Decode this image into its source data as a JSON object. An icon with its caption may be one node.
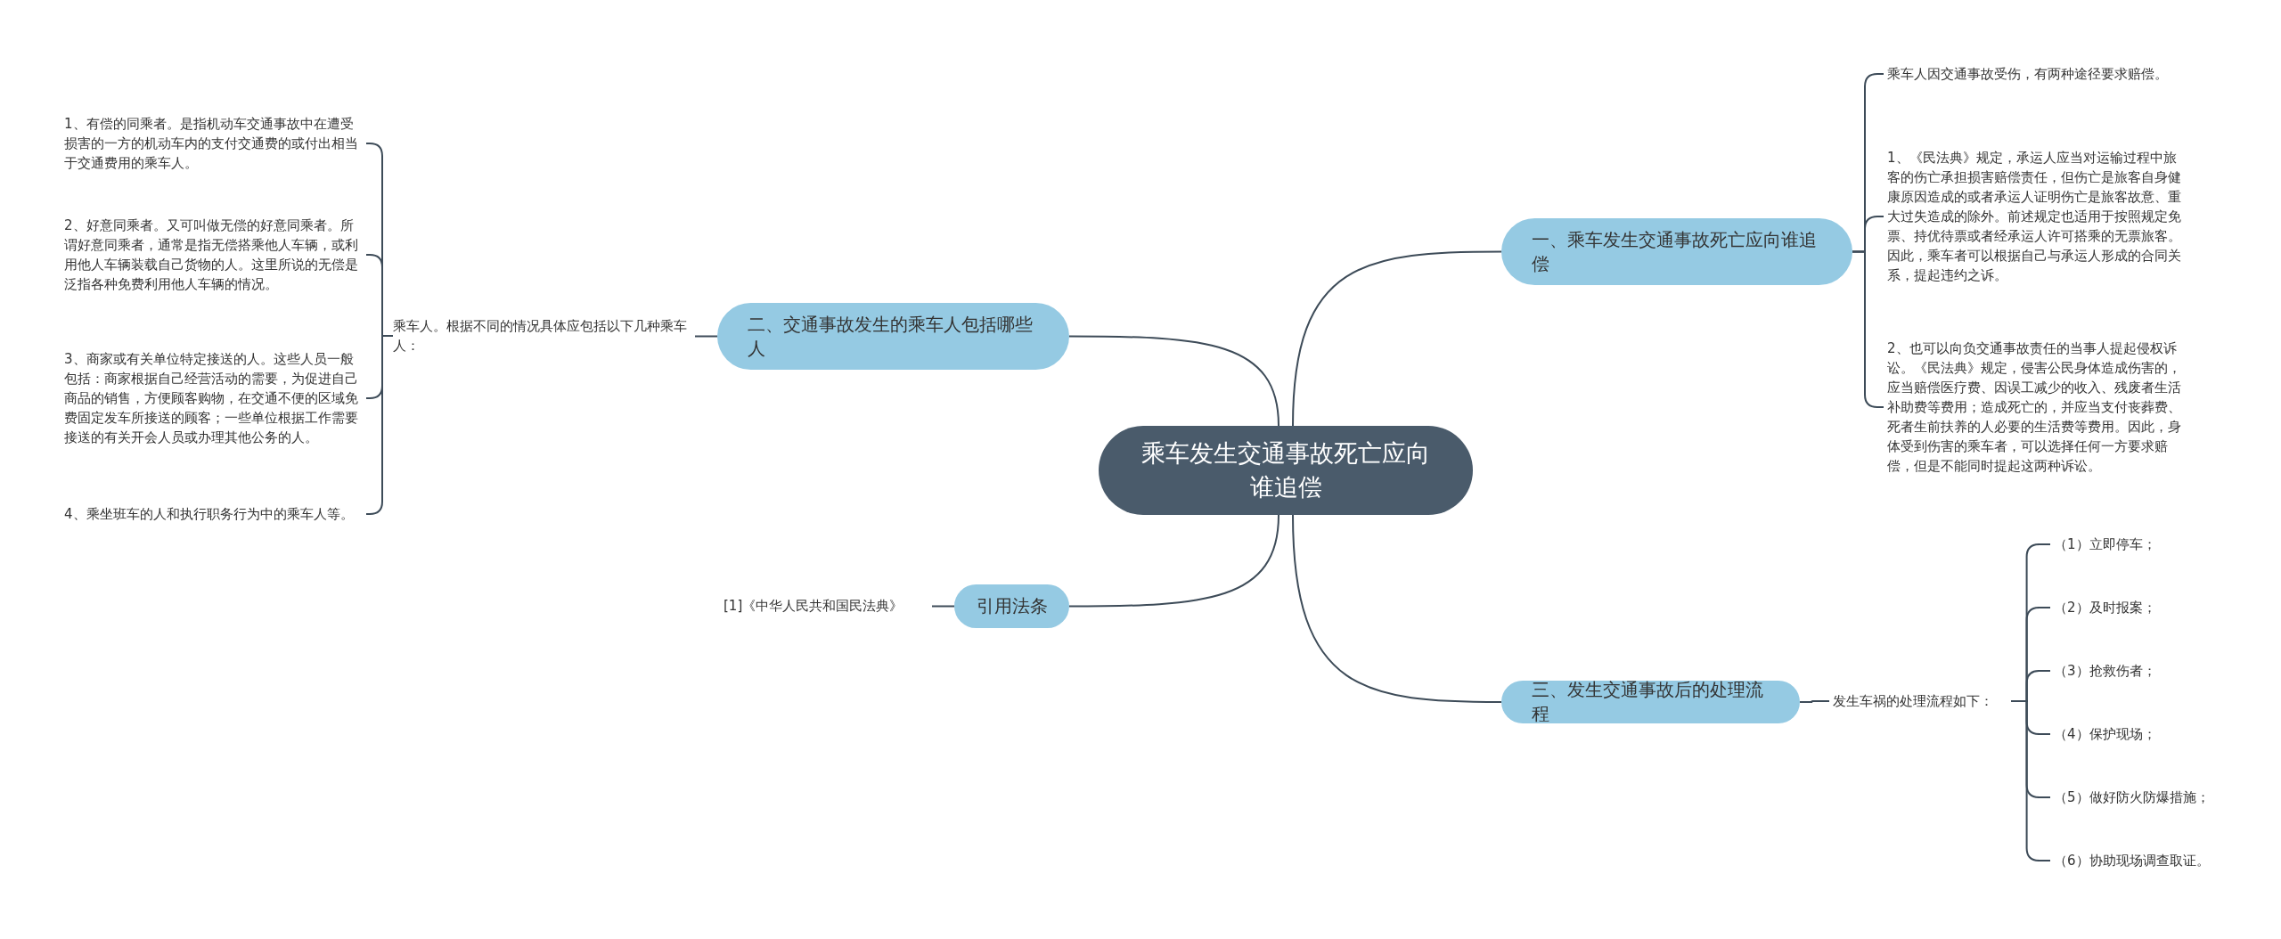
{
  "diagram": {
    "nodes": [
      {
        "text": [
          "乘车发生交通事故死亡应向谁追偿"
        ]
      },
      {
        "text": [
          "一、乘车发生交通事故死亡应向谁追偿"
        ]
      },
      {
        "text": [
          "乘车人因交通事故受伤，有两种途径要求赔偿。"
        ]
      },
      {
        "text": [
          "1、《民法典》规定，承运人应当对运输过程中旅客的伤亡承担损害赔偿责任，但伤亡是旅客自身健康原因造成的或者承运人证明伤亡是旅客故意、重大过失造成的除外。前述规定也适用于按照规定免票、持优待票或者经承运人许可搭乘的无票旅客。因此，乘车者可以根据自己与承运人形成的合同关系，提起违约之诉。"
        ]
      },
      {
        "text": [
          "2、也可以向负交通事故责任的当事人提起侵权诉讼。《民法典》规定，侵害公民身体造成伤害的，应当赔偿医疗费、因误工减少的收入、残废者生活补助费等费用；造成死亡的，并应当支付丧葬费、死者生前扶养的人必要的生活费等费用。因此，身体受到伤害的乘车者，可以选择任何一方要求赔偿，但是不能同时提起这两种诉讼。"
        ]
      },
      {
        "text": [
          "二、交通事故发生的乘车人包括哪些人"
        ]
      },
      {
        "text": [
          "乘车人。根据不同的情况具体应包括以下几种乘车人："
        ]
      },
      {
        "text": [
          "1、有偿的同乘者。是指机动车交通事故中在遭受损害的一方的机动车内的支付交通费的或付出相当于交通费用的乘车人。"
        ]
      },
      {
        "text": [
          "2、好意同乘者。又可叫做无偿的好意同乘者。所谓好意同乘者，通常是指无偿搭乘他人车辆，或利用他人车辆装载自己货物的人。这里所说的无偿是泛指各种免费利用他人车辆的情况。"
        ]
      },
      {
        "text": [
          "3、商家或有关单位特定接送的人。这些人员一般包括：商家根据自己经营活动的需要，为促进自己商品的销售，方便顾客购物，在交通不便的区域免费固定发车所接送的顾客；一些单位根据工作需要接送的有关开会人员或办理其他公务的人。"
        ]
      },
      {
        "text": [
          "4、乘坐班车的人和执行职务行为中的乘车人等。"
        ]
      },
      {
        "text": [
          "引用法条"
        ]
      },
      {
        "text": [
          "[1]《中华人民共和国民法典》"
        ]
      },
      {
        "text": [
          "三、发生交通事故后的处理流程"
        ]
      },
      {
        "text": [
          "发生车祸的处理流程如下："
        ]
      },
      {
        "text": [
          "（1）立即停车；"
        ]
      },
      {
        "text": [
          "（2）及时报案；"
        ]
      },
      {
        "text": [
          "（3）抢救伤者；"
        ]
      },
      {
        "text": [
          "（4）保护现场；"
        ]
      },
      {
        "text": [
          "（5）做好防火防爆措施；"
        ]
      },
      {
        "text": [
          "（6）协助现场调查取证。"
        ]
      }
    ],
    "edges": [
      {
        "from": 0,
        "to": 1,
        "arrow": "none"
      },
      {
        "from": 1,
        "to": 2,
        "arrow": "none"
      },
      {
        "from": 1,
        "to": 3,
        "arrow": "none"
      },
      {
        "from": 1,
        "to": 4,
        "arrow": "none"
      },
      {
        "from": 0,
        "to": 5,
        "arrow": "none"
      },
      {
        "from": 5,
        "to": 6,
        "arrow": "none"
      },
      {
        "from": 6,
        "to": 7,
        "arrow": "none"
      },
      {
        "from": 6,
        "to": 8,
        "arrow": "none"
      },
      {
        "from": 6,
        "to": 9,
        "arrow": "none"
      },
      {
        "from": 6,
        "to": 10,
        "arrow": "none"
      },
      {
        "from": 0,
        "to": 11,
        "arrow": "none"
      },
      {
        "from": 11,
        "to": 12,
        "arrow": "none"
      },
      {
        "from": 0,
        "to": 13,
        "arrow": "none"
      },
      {
        "from": 13,
        "to": 14,
        "arrow": "none"
      },
      {
        "from": 14,
        "to": 15,
        "arrow": "none"
      },
      {
        "from": 14,
        "to": 16,
        "arrow": "none"
      },
      {
        "from": 14,
        "to": 17,
        "arrow": "none"
      },
      {
        "from": 14,
        "to": 18,
        "arrow": "none"
      },
      {
        "from": 14,
        "to": 19,
        "arrow": "none"
      },
      {
        "from": 14,
        "to": 20,
        "arrow": "none"
      }
    ]
  }
}
